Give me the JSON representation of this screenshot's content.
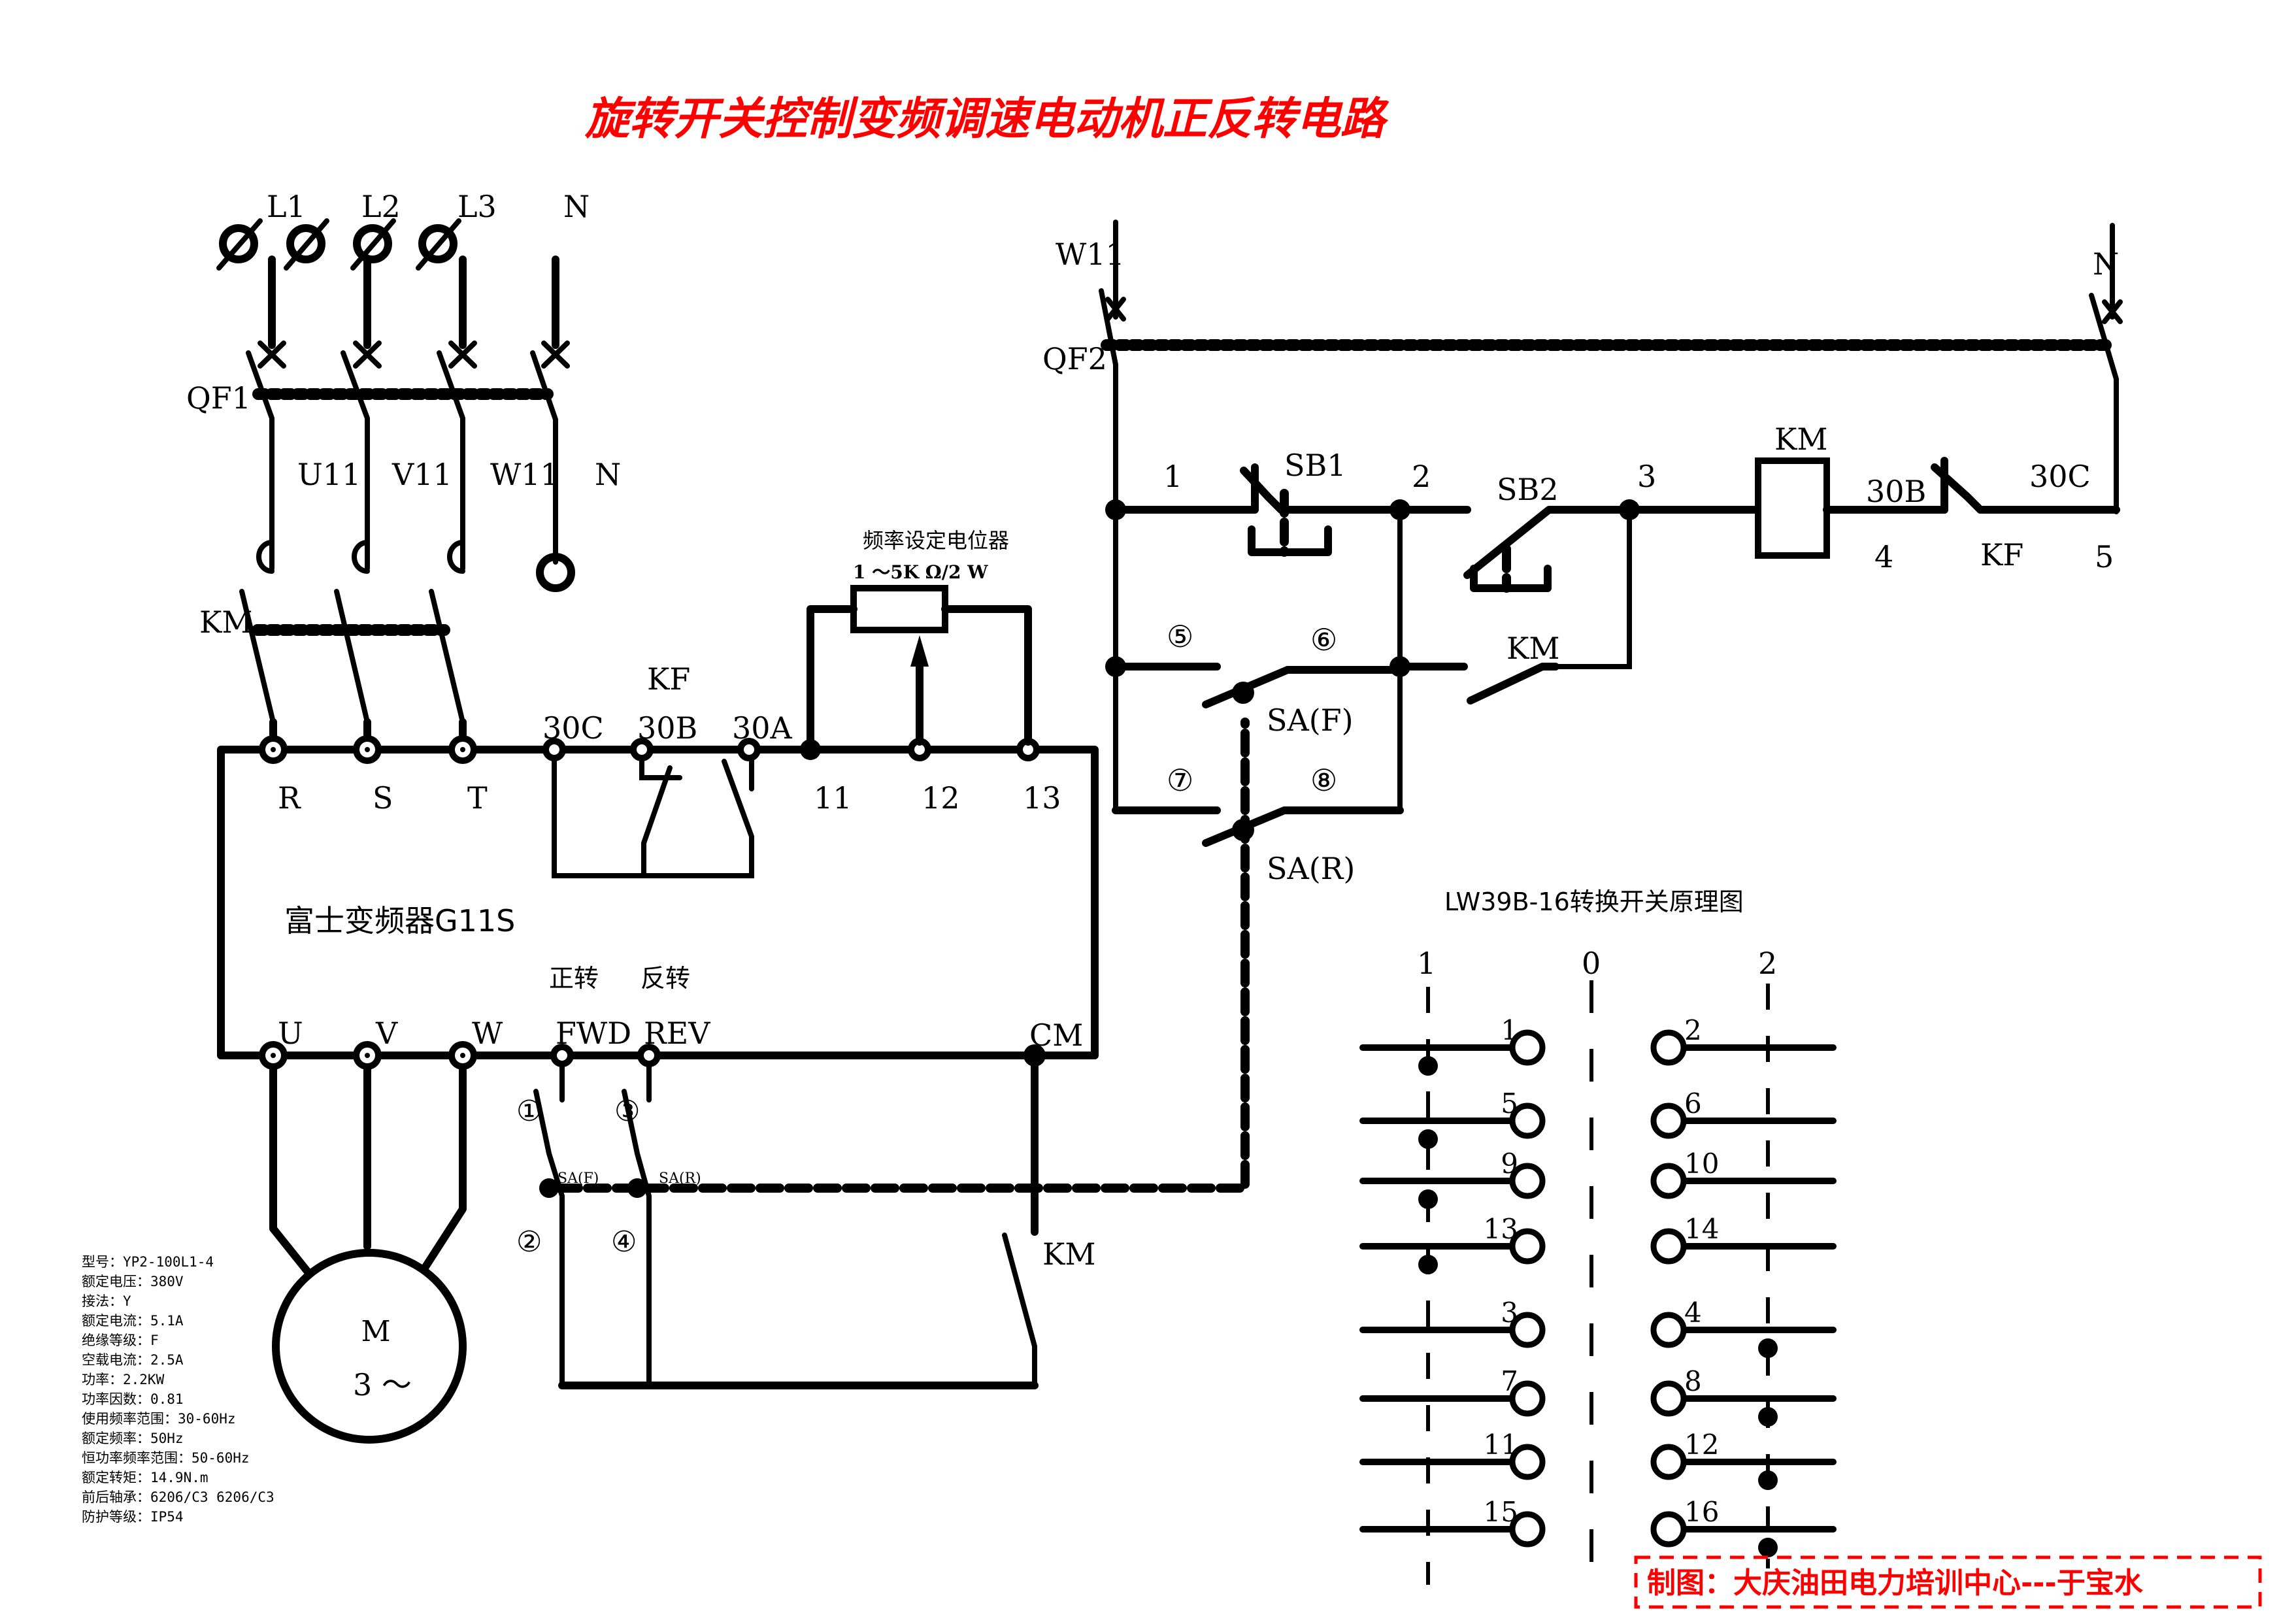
{
  "title": "旋转开关控制变频调速电动机正反转电路",
  "credit": "制图：大庆油田电力培训中心---于宝水",
  "colors": {
    "title": "#ff0000",
    "wire": "#000000",
    "background": "#ffffff"
  },
  "power": {
    "supply_labels": [
      "L1",
      "L2",
      "L3",
      "N"
    ],
    "breaker_label": "QF1",
    "phase_labels": [
      "U11",
      "V11",
      "W11",
      "N"
    ],
    "contactor_label": "KM"
  },
  "inverter": {
    "name": "富士变频器G11S",
    "input_terminals": [
      "R",
      "S",
      "T"
    ],
    "relay_label": "KF",
    "relay_terminals": [
      "30C",
      "30B",
      "30A"
    ],
    "analog_terminals": [
      "11",
      "12",
      "13"
    ],
    "output_terminals": [
      "U",
      "V",
      "W"
    ],
    "control_terminals": [
      "FWD",
      "REV",
      "CM"
    ],
    "fwd_caption": "正转",
    "rev_caption": "反转"
  },
  "potentiometer": {
    "title": "频率设定电位器",
    "rating": "1 ～5K Ω/2 W"
  },
  "control_switch": {
    "contacts": [
      "①",
      "②",
      "③",
      "④"
    ],
    "labels": [
      "SA(F)",
      "SA(R)"
    ]
  },
  "motor": {
    "symbol": "M",
    "phase": "3 ～",
    "km_contact_label": "KM",
    "specs": [
      "型号：YP2-100L1-4",
      "额定电压：380V",
      "接法：Y",
      "额定电流：5.1A",
      "绝缘等级：F",
      "空载电流：2.5A",
      "功率：2.2KW",
      "功率因数：0.81",
      "使用频率范围：30-60Hz",
      "额定频率：50Hz",
      "恒功率频率范围：50-60Hz",
      "额定转矩：14.9N.m",
      "前后轴承：6206/C3 6206/C3",
      "防护等级：IP54"
    ]
  },
  "control_circuit": {
    "supply_left": "W11",
    "supply_right": "N",
    "breaker_label": "QF2",
    "node_labels": [
      "1",
      "2",
      "3",
      "4",
      "5"
    ],
    "stop_button": "SB1",
    "start_button": "SB2",
    "coil_label": "KM",
    "relay_contact_label": "KF",
    "relay_terms": [
      "30B",
      "30C"
    ],
    "hold_contact_label": "KM",
    "sa_contacts": [
      "⑤",
      "⑥",
      "⑦",
      "⑧"
    ],
    "sa_labels": [
      "SA(F)",
      "SA(R)"
    ]
  },
  "switch_table": {
    "title": "LW39B-16转换开关原理图",
    "positions": [
      "1",
      "0",
      "2"
    ],
    "left_contacts": [
      "1",
      "5",
      "9",
      "13",
      "3",
      "7",
      "11",
      "15"
    ],
    "right_contacts": [
      "2",
      "6",
      "10",
      "14",
      "4",
      "8",
      "12",
      "16"
    ],
    "closed_in_position_1": [
      "1",
      "5",
      "9",
      "13"
    ],
    "closed_in_position_2": [
      "4",
      "8",
      "12",
      "16"
    ]
  }
}
